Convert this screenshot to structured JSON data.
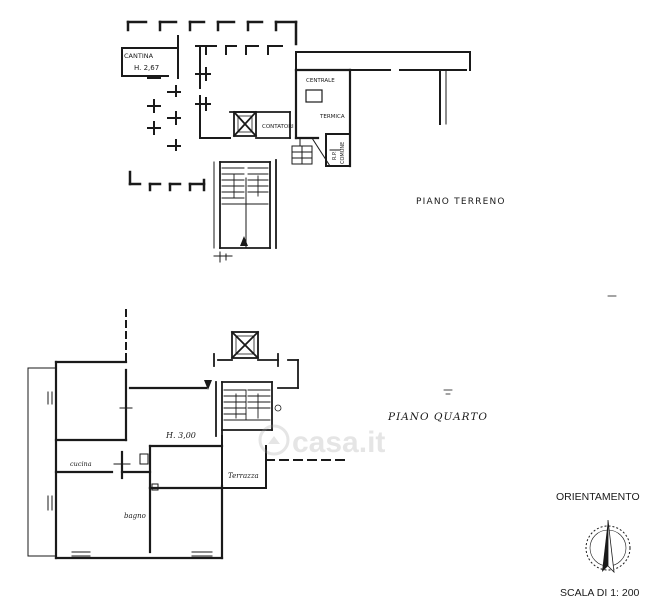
{
  "ground_floor": {
    "title": "PIANO TERRENO",
    "cellar_label": "CANTINA",
    "cellar_height": "H. 2,67",
    "boiler_label_top": "CENTRALE",
    "boiler_label_bottom": "TERMICA",
    "meters_label": "CONTATORI",
    "storage_label_1": "R.P.",
    "storage_label_2": "COMUNE"
  },
  "fourth_floor": {
    "title": "PIANO QUARTO",
    "room_height": "H. 3,00",
    "kitchen_label": "cucina",
    "terrace_label": "Terrazza",
    "bathroom_label": "bagno"
  },
  "orientation": {
    "label": "ORIENTAMENTO"
  },
  "scale": {
    "label": "SCALA DI 1: 200"
  },
  "watermark": {
    "text": "casa.it"
  }
}
